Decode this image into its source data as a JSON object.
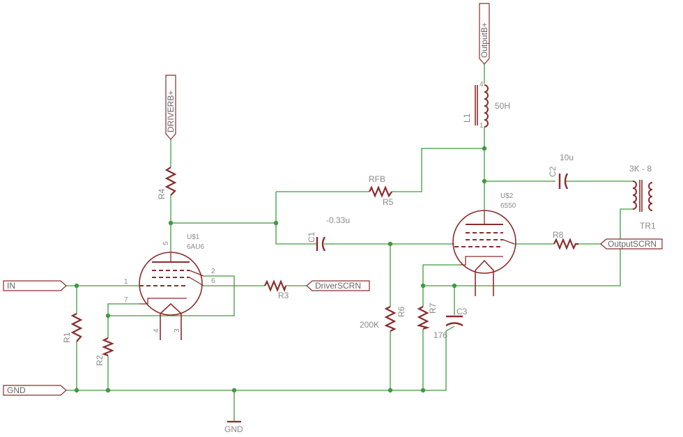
{
  "ports": {
    "in": "IN",
    "gnd": "GND",
    "driver_scrn": "DriverSCRN",
    "output_scrn": "OutputSCRN",
    "driver_bplus": "DRIVERB+",
    "output_bplus": "OutputB+",
    "gnd_symbol": "GND"
  },
  "components": {
    "r1": "R1",
    "r2": "R2",
    "r3": "R3",
    "r4": "R4",
    "r5": "R5",
    "r5_value": "RFB",
    "r6": "R6",
    "r6_value": "200K",
    "r7": "R7",
    "r8": "R8",
    "c1": "C1",
    "c1_value": "-0.33u",
    "c2": "C2",
    "c2_value": "10u",
    "c3": "C3",
    "c3_value": "176",
    "l1": "L1",
    "l1_value": "50H",
    "tr1": "TR1",
    "tr1_value": "3K - 8",
    "u1": "U$1",
    "u1_value": "6AU6",
    "u2": "U$2",
    "u2_value": "6550"
  },
  "pins": {
    "u1_1": "1",
    "u1_2": "2",
    "u1_3": "3",
    "u1_4": "4",
    "u1_5": "5",
    "u1_6": "6",
    "u1_7": "7",
    "l1_1": "1",
    "l1_4": "4"
  },
  "colors": {
    "wire": "#3f9a3f",
    "component": "#8b2b2b",
    "text": "#8a8a8a"
  }
}
